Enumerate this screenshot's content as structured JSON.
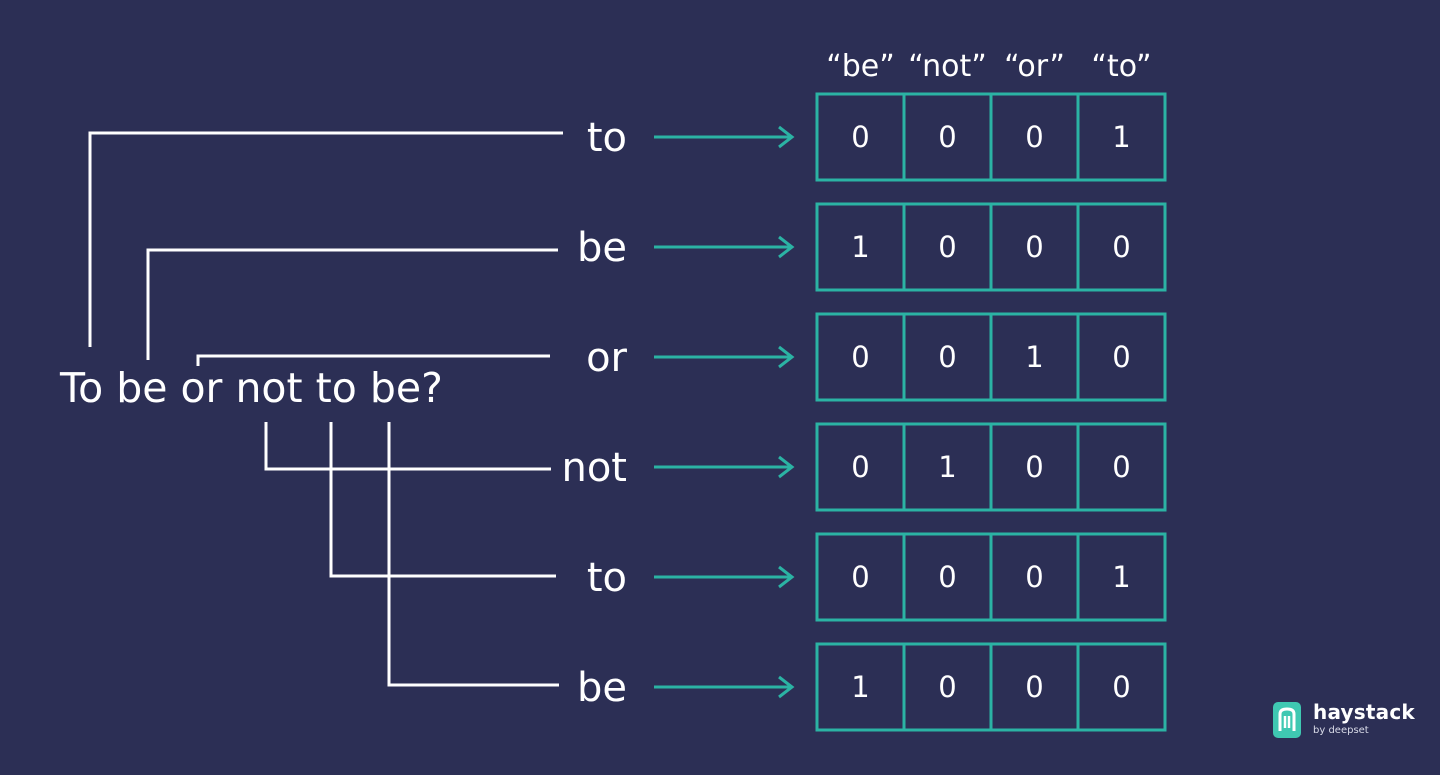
{
  "sentence": "To be or not to be?",
  "columns": [
    "“be”",
    "“not”",
    "“or”",
    "“to”"
  ],
  "rows": [
    {
      "token": "to",
      "vector": [
        "0",
        "0",
        "0",
        "1"
      ]
    },
    {
      "token": "be",
      "vector": [
        "1",
        "0",
        "0",
        "0"
      ]
    },
    {
      "token": "or",
      "vector": [
        "0",
        "0",
        "1",
        "0"
      ]
    },
    {
      "token": "not",
      "vector": [
        "0",
        "1",
        "0",
        "0"
      ]
    },
    {
      "token": "to",
      "vector": [
        "0",
        "0",
        "0",
        "1"
      ]
    },
    {
      "token": "be",
      "vector": [
        "1",
        "0",
        "0",
        "0"
      ]
    }
  ],
  "colors": {
    "background": "#2c2f55",
    "accent": "#2bb3a4",
    "line": "#ffffff"
  },
  "logo": {
    "name": "haystack",
    "sub": "by deepset",
    "icon": "haystack-logo-icon"
  }
}
